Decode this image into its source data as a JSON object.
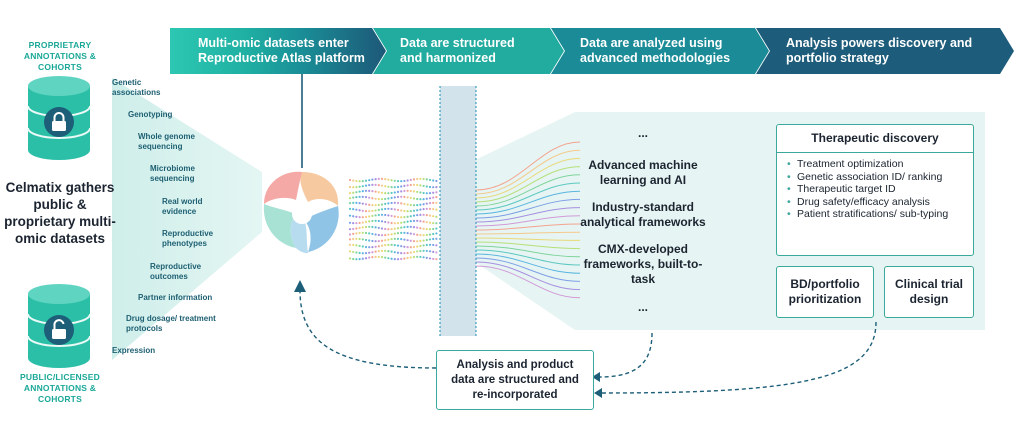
{
  "left": {
    "proprietary_label": "PROPRIETARY ANNOTATIONS & COHORTS",
    "public_label": "PUBLIC/LICENSED ANNOTATIONS & COHORTS",
    "center_title": "Celmatix gathers public & proprietary multi-omic datasets",
    "data_types": [
      "Genetic associations",
      "Genotyping",
      "Whole genome sequencing",
      "Microbiome sequencing",
      "Real world evidence",
      "Reproductive phenotypes",
      "Reproductive outcomes",
      "Partner information",
      "Drug dosage/ treatment protocols",
      "Expression"
    ]
  },
  "stages": [
    "Multi-omic datasets enter Reproductive Atlas platform",
    "Data are structured and harmonized",
    "Data are analyzed using advanced methodologies",
    "Analysis powers discovery and portfolio strategy"
  ],
  "methods": {
    "ellipsis_top": "...",
    "items": [
      "Advanced machine learning and AI",
      "Industry-standard analytical frameworks",
      "CMX-developed frameworks, built-to-task"
    ],
    "ellipsis_bottom": "..."
  },
  "discovery": {
    "title": "Therapeutic discovery",
    "bullets": [
      "Treatment optimization",
      "Genetic association ID/ ranking",
      "Therapeutic target ID",
      "Drug safety/efficacy analysis",
      "Patient stratifications/ sub-typing"
    ]
  },
  "bd_box": "BD/portfolio prioritization",
  "clinical_box": "Clinical trial design",
  "feedback_box": "Analysis and product data are structured and re-incorporated",
  "colors": {
    "teal_light": "#2ec4b0",
    "teal_mid": "#1a9c9c",
    "navy": "#1d5f78",
    "panel": "#e8f6f4",
    "bar": "#d2e4ee"
  },
  "icons": [
    "database-lock-icon",
    "database-unlock-icon",
    "reproductive-atlas-logo-icon"
  ]
}
